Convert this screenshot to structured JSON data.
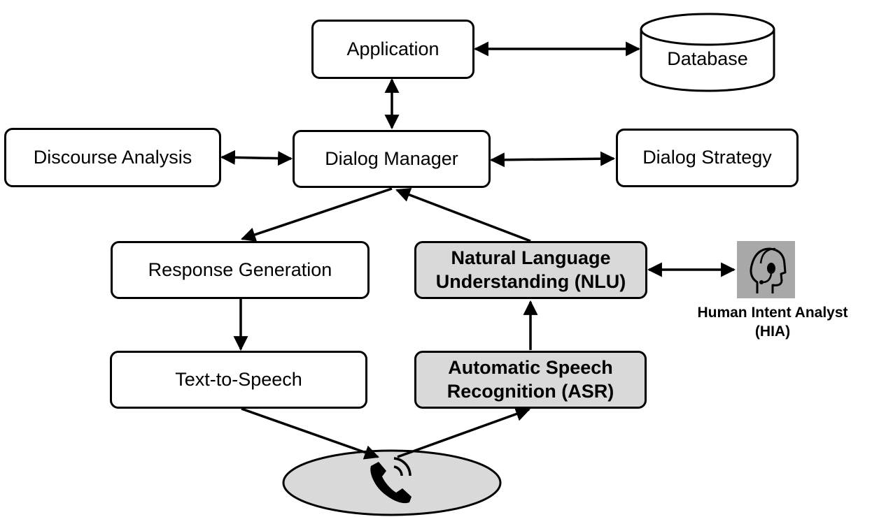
{
  "nodes": {
    "application": "Application",
    "database": "Database",
    "discourse": "Discourse Analysis",
    "dialog_manager": "Dialog Manager",
    "dialog_strategy": "Dialog Strategy",
    "response_gen": "Response Generation",
    "nlu": "Natural Language\nUnderstanding (NLU)",
    "tts": "Text-to-Speech",
    "asr": "Automatic Speech\nRecognition (ASR)"
  },
  "analyst": {
    "caption": "Human Intent Analyst\n(HIA)",
    "icon": "headset-person-icon"
  },
  "phone": {
    "icon": "phone-call-icon"
  },
  "colors": {
    "stroke": "#000000",
    "highlight_fill": "#d9d9d9",
    "icon_bg": "#a8a8a8",
    "phone_fill": "#d9d9d9"
  }
}
